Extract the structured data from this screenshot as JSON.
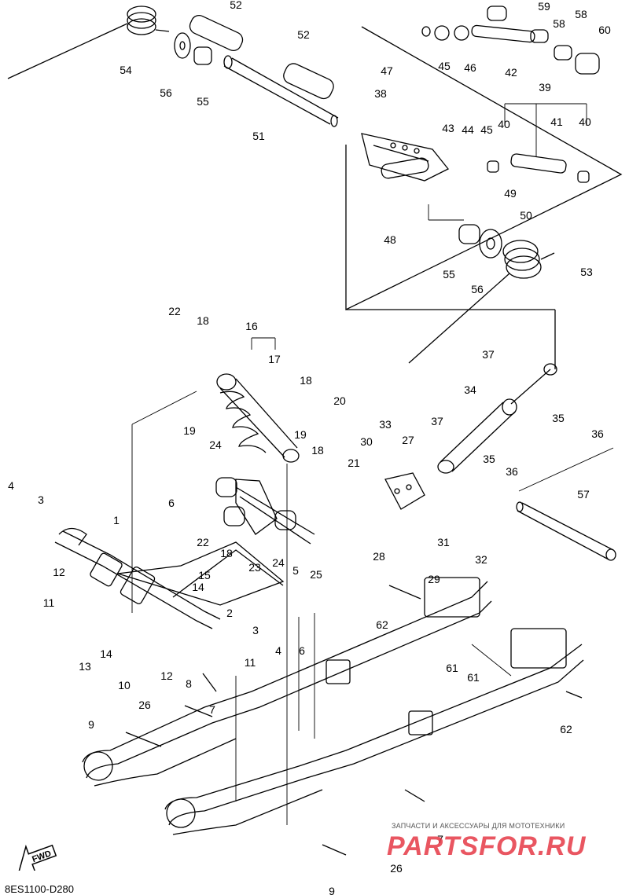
{
  "diagram": {
    "code": "8ES1100-D280",
    "fwd_label": "FWD",
    "watermark": {
      "subtitle": "ЗАПЧАСТИ И АКСЕССУАРЫ ДЛЯ МОТОТЕХНИКИ",
      "logo": "PARTSFOR.RU"
    },
    "labels": [
      "1",
      "2",
      "3",
      "3",
      "4",
      "4",
      "5",
      "6",
      "6",
      "7",
      "7",
      "8",
      "9",
      "9",
      "10",
      "11",
      "11",
      "12",
      "12",
      "13",
      "14",
      "14",
      "15",
      "16",
      "17",
      "18",
      "18",
      "18",
      "18",
      "19",
      "19",
      "20",
      "21",
      "22",
      "22",
      "23",
      "24",
      "24",
      "25",
      "26",
      "26",
      "27",
      "28",
      "29",
      "30",
      "31",
      "32",
      "33",
      "34",
      "35",
      "35",
      "36",
      "36",
      "37",
      "37",
      "38",
      "39",
      "40",
      "40",
      "41",
      "42",
      "43",
      "44",
      "45",
      "45",
      "46",
      "47",
      "48",
      "49",
      "50",
      "51",
      "52",
      "52",
      "53",
      "54",
      "55",
      "55",
      "56",
      "56",
      "57",
      "58",
      "58",
      "59",
      "60",
      "61",
      "61",
      "62",
      "62"
    ]
  }
}
